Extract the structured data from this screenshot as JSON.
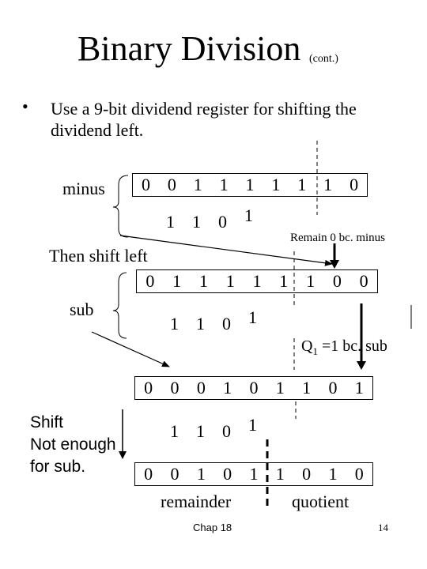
{
  "slide": {
    "title": "Binary Division",
    "title_suffix": "(cont.)",
    "bullet_symbol": "•",
    "bullet_text": "Use a 9-bit dividend register for shifting the dividend left.",
    "labels": {
      "minus": "minus",
      "then_shift_left": "Then shift left",
      "sub": "sub",
      "shift_line1": "Shift",
      "shift_line2": "Not enough",
      "shift_line3": "for sub.",
      "remain_note": "Remain 0 bc. minus",
      "q_prefix": "Q",
      "q_sub": "1",
      "q_rest": " =1 bc. sub",
      "remainder": "remainder",
      "quotient": "quotient"
    },
    "registers": {
      "r1": [
        "0",
        "0",
        "1",
        "1",
        "1",
        "1",
        "1",
        "1",
        "0"
      ],
      "r2": [
        "0",
        "1",
        "1",
        "1",
        "1",
        "1",
        "1",
        "0",
        "0"
      ],
      "r3": [
        "0",
        "0",
        "0",
        "1",
        "0",
        "1",
        "1",
        "0",
        "1"
      ],
      "r4": [
        "0",
        "0",
        "1",
        "0",
        "1",
        "1",
        "0",
        "1",
        "0"
      ]
    },
    "divisor": [
      "1",
      "1",
      "0",
      "1"
    ],
    "footer": {
      "chapter": "Chap 18",
      "page": "14"
    }
  }
}
